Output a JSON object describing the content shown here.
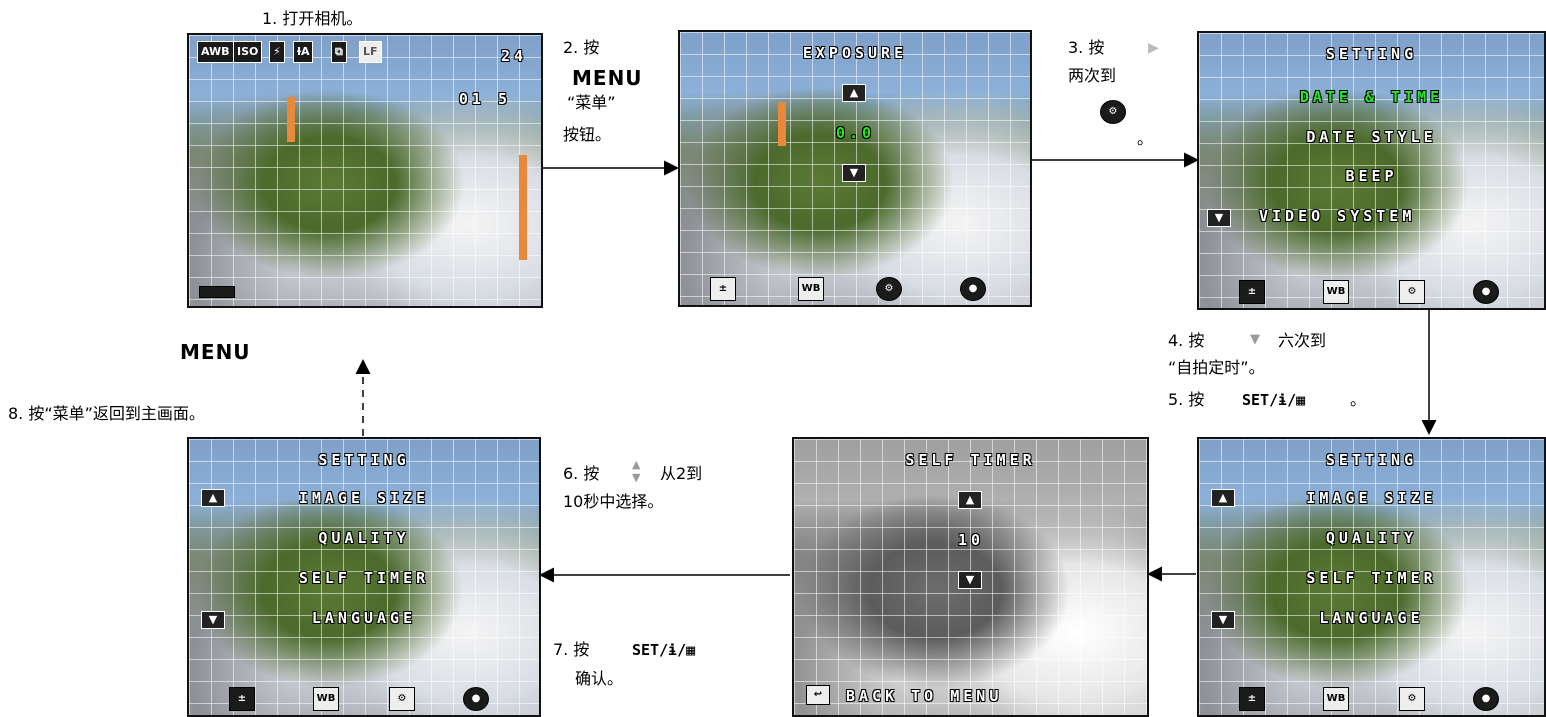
{
  "steps": {
    "s1": "1. 打开相机。",
    "s2_a": "2. 按",
    "s2_menu": "MENU",
    "s2_b": "“菜单”",
    "s2_c": "按钮。",
    "s3_a": "3. 按",
    "s3_b": "两次到",
    "s3_c": "。",
    "s4_a": "4. 按",
    "s4_b": "六次到",
    "s4_c": "“自拍定时”。",
    "s5_a": "5. 按",
    "s5_key": "SET/ɨ/▦",
    "s5_b": "。",
    "s6_a": "6. 按",
    "s6_b": "从2到",
    "s6_c": "10秒中选择。",
    "s7_a": "7. 按",
    "s7_key": "SET/ɨ/▦",
    "s7_b": "确认。",
    "s8": "8. 按“菜单”返回到主画面。",
    "s8_menu": "MENU"
  },
  "screen1": {
    "status": [
      "AWB",
      "ISO",
      "⚡",
      "ƚA",
      "⧉",
      "LF"
    ],
    "count": "24",
    "value": "01 5"
  },
  "screen2": {
    "title": "EXPOSURE",
    "value": "0.0"
  },
  "screen3": {
    "title": "SETTING",
    "items": [
      "DATE & TIME",
      "DATE STYLE",
      "BEEP",
      "VIDEO SYSTEM"
    ],
    "highlight_index": 0
  },
  "screen_settings": {
    "title": "SETTING",
    "items": [
      "IMAGE SIZE",
      "QUALITY",
      "SELF TIMER",
      "LANGUAGE"
    ]
  },
  "screen_selftimer": {
    "title": "SELF TIMER",
    "value": "10",
    "footer": "BACK TO MENU"
  },
  "bottom_icons": {
    "exposure": "±",
    "wb": "WB",
    "setup": "⚙",
    "record": "●"
  },
  "colors": {
    "highlight": "#29e62a",
    "arrow": "#000000"
  }
}
